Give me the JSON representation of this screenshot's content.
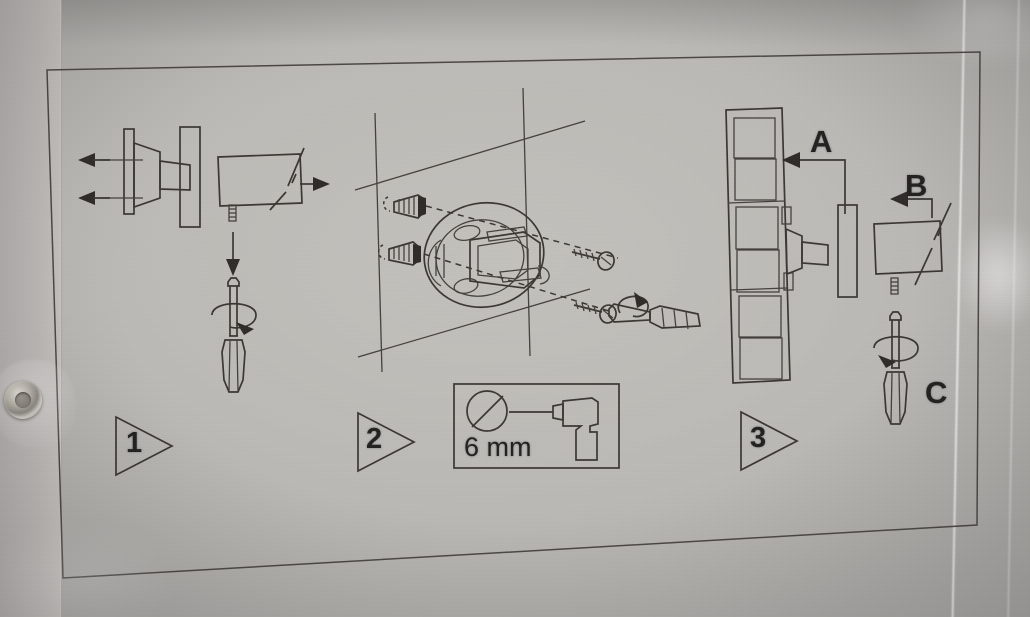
{
  "document": {
    "kind": "assembly-instruction-sheet",
    "medium": "photograph of printed sheet in plastic sleeve",
    "paper_color": "#bbb9b5",
    "ink_color": "#3a3733",
    "frame": {
      "present": true,
      "shape": "slanted rectangle border"
    }
  },
  "steps": [
    {
      "number": "1",
      "name": "remove-wall-plate-and-rail",
      "parts": [
        "wall-plate-with-cone",
        "flat-plate",
        "rail-bar"
      ],
      "tools": [
        "screwdriver"
      ],
      "motion_arrows": [
        "left",
        "left",
        "right",
        "down",
        "rotate"
      ]
    },
    {
      "number": "2",
      "name": "drill-and-fix-wall-bracket",
      "parts": [
        "wall-anchor-plug",
        "wall-anchor-plug",
        "screw",
        "screw",
        "round-wall-bracket"
      ],
      "tools": [
        "screwdriver"
      ],
      "callout": {
        "drill_diameter": "6 mm",
        "icon": "drill-icon",
        "symbol": "diameter-symbol"
      }
    },
    {
      "number": "3",
      "name": "hang-radiator-and-secure",
      "parts": [
        "radiator-panel",
        "wall-plate-with-cone",
        "flat-plate",
        "rail-bar"
      ],
      "tools": [
        "screwdriver"
      ],
      "labels": [
        "A",
        "B",
        "C"
      ]
    }
  ],
  "labels": {
    "step_one": "1",
    "step_two": "2",
    "step_three": "3",
    "letter_a": "A",
    "letter_b": "B",
    "letter_c": "C",
    "drill_size": "6 mm"
  },
  "hardware_note": {
    "grommet": "metal-eyelet",
    "sleeve": "clear-plastic-pocket"
  }
}
